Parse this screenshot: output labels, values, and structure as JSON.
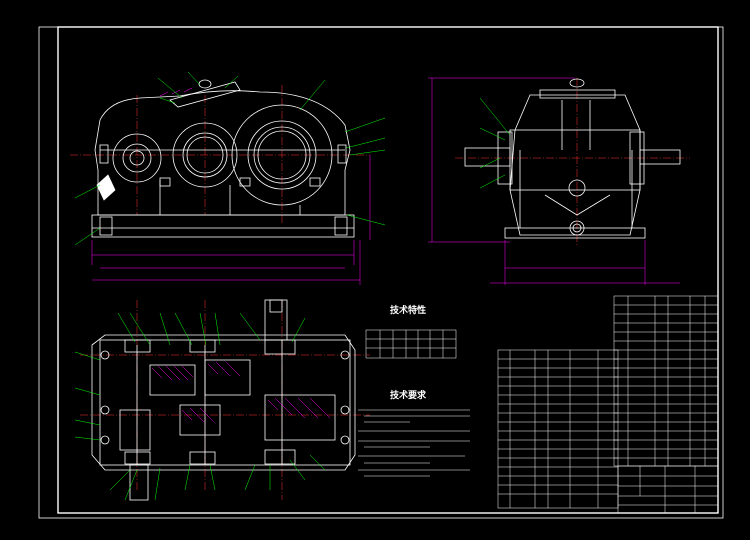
{
  "drawing": {
    "background": "#000000",
    "colors": {
      "outline": "#ffffff",
      "dimension": "#ff00ff",
      "leader": "#00ff00",
      "centerline": "#ff3030",
      "hatch": "#ff00ff",
      "table": "#ffffff"
    },
    "sections": {
      "tech_characteristics_title": "技术特性",
      "tech_requirements_title": "技术要求"
    },
    "tech_characteristics_table": {
      "columns": 7,
      "rows": 3
    },
    "tech_requirements_note_count": 6,
    "views": [
      "front-view",
      "side-view",
      "top-section-view"
    ],
    "parts_list": {
      "rows": 18
    },
    "title_block": {
      "rows": 6
    }
  }
}
